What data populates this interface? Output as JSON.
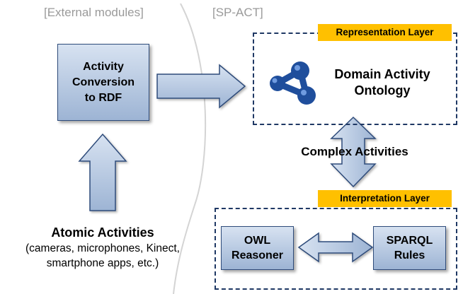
{
  "regions": {
    "external_label": "[External modules]",
    "spact_label": "[SP-ACT]"
  },
  "conversion_box": {
    "label": "Activity\nConversion\nto RDF"
  },
  "representation_layer": {
    "tag": "Representation Layer",
    "ontology_title": "Domain Activity\nOntology",
    "icon": "ontology-graph-icon"
  },
  "complex_activities": {
    "label": "Complex Activities"
  },
  "interpretation_layer": {
    "tag": "Interpretation Layer",
    "owl_box": "OWL\nReasoner",
    "sparql_box": "SPARQL\nRules"
  },
  "atomic_activities": {
    "title": "Atomic Activities",
    "details": "(cameras, microphones, Kinect,\nsmartphone apps, etc.)"
  },
  "colors": {
    "tag_bg": "#ffc000",
    "frame": "#1f3864",
    "box_fill_top": "#d7e2f1",
    "box_fill_bottom": "#9db4d4",
    "icon_blue": "#1f4e9c"
  }
}
